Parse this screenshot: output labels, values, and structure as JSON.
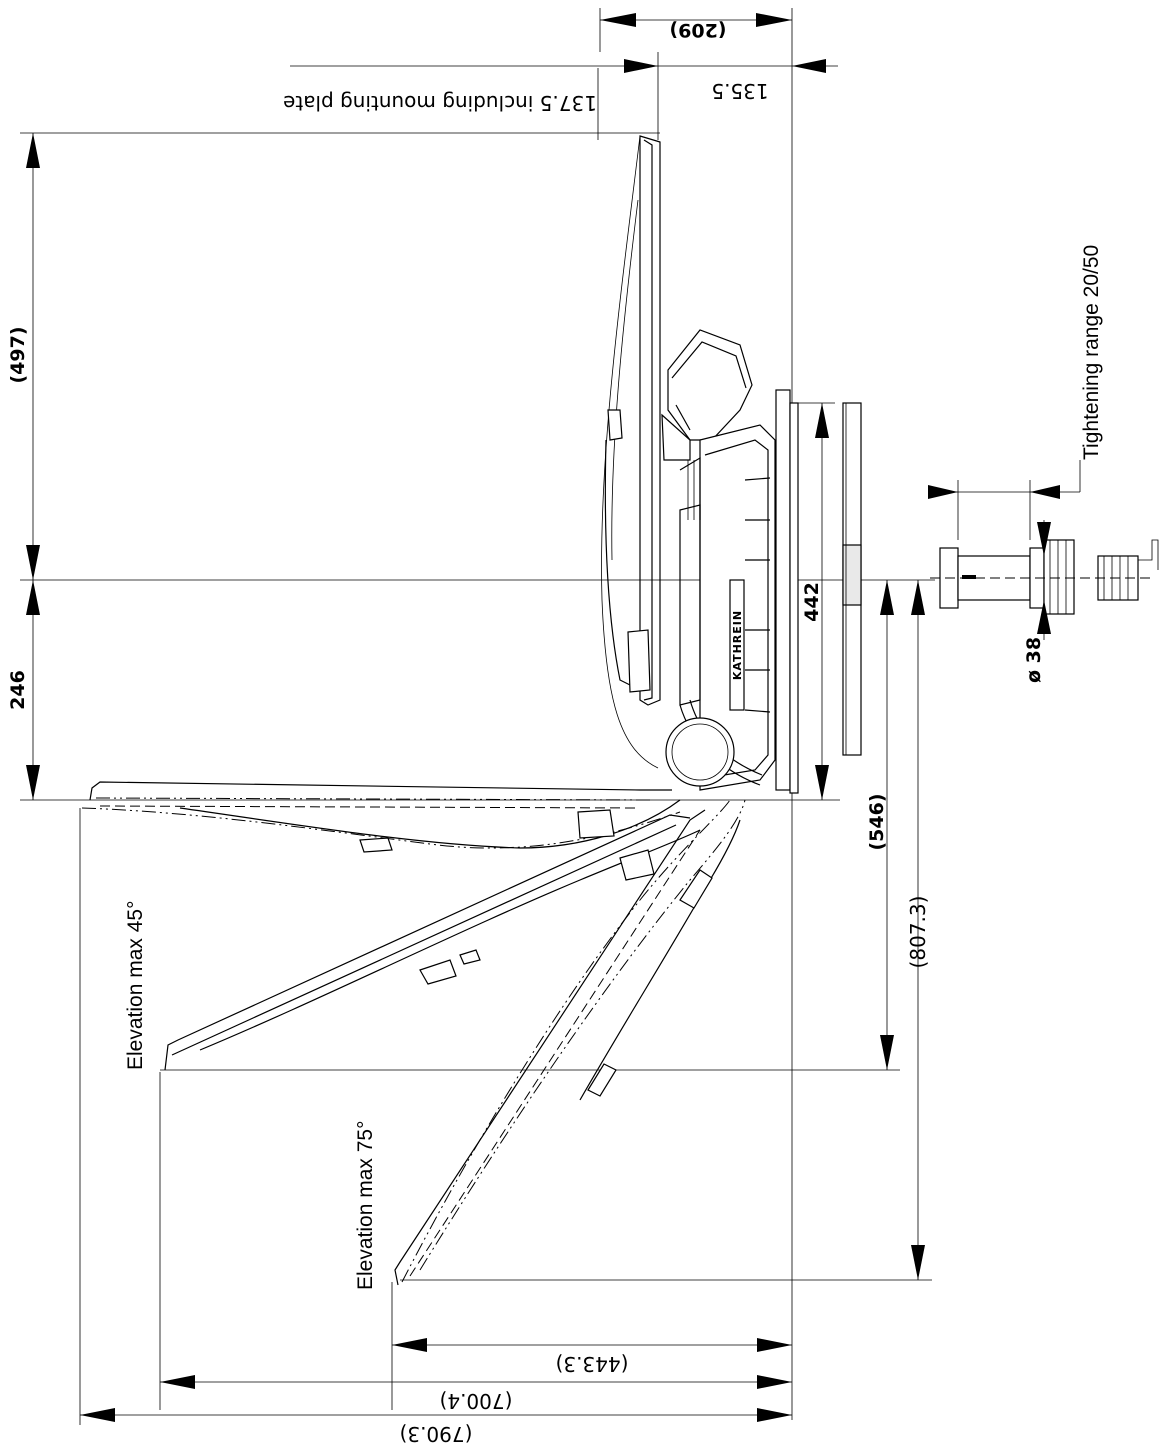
{
  "dimensions": {
    "top_209": "(209)",
    "top_135_5": "135.5",
    "plate_note": "137.5 including mounting plate",
    "height_497": "(497)",
    "height_246": "246",
    "plate_442": "442",
    "depth_546": "(546)",
    "depth_807_3": "(807.3)",
    "width_443_3": "(443.3)",
    "width_700_4": "(700.4)",
    "width_790_3": "(790.3)",
    "diameter_38": "ø 38"
  },
  "labels": {
    "tightening_range": "Tightening range 20/50",
    "elevation_45": "Elevation max 45°",
    "elevation_75": "Elevation max 75°",
    "brand_logo": "KATHREIN"
  },
  "colors": {
    "line": "#000000",
    "background": "#ffffff"
  }
}
